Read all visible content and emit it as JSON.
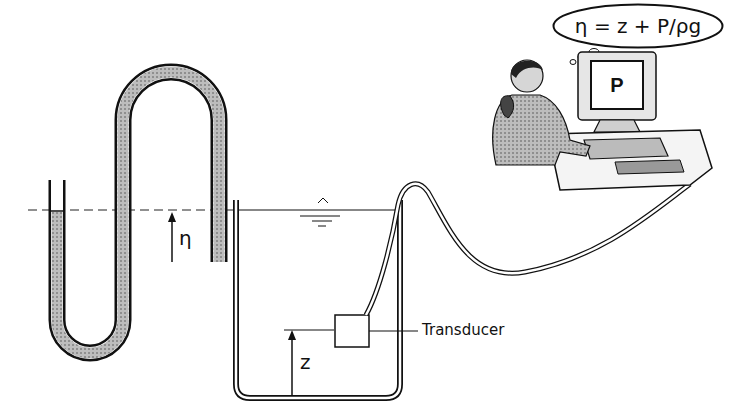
{
  "diagram": {
    "nodes": [
      {
        "text": [
          "η = z + P/ρg"
        ]
      },
      {
        "text": [
          "P"
        ]
      }
    ],
    "labels": [
      "η",
      "z",
      "Transducer"
    ]
  }
}
